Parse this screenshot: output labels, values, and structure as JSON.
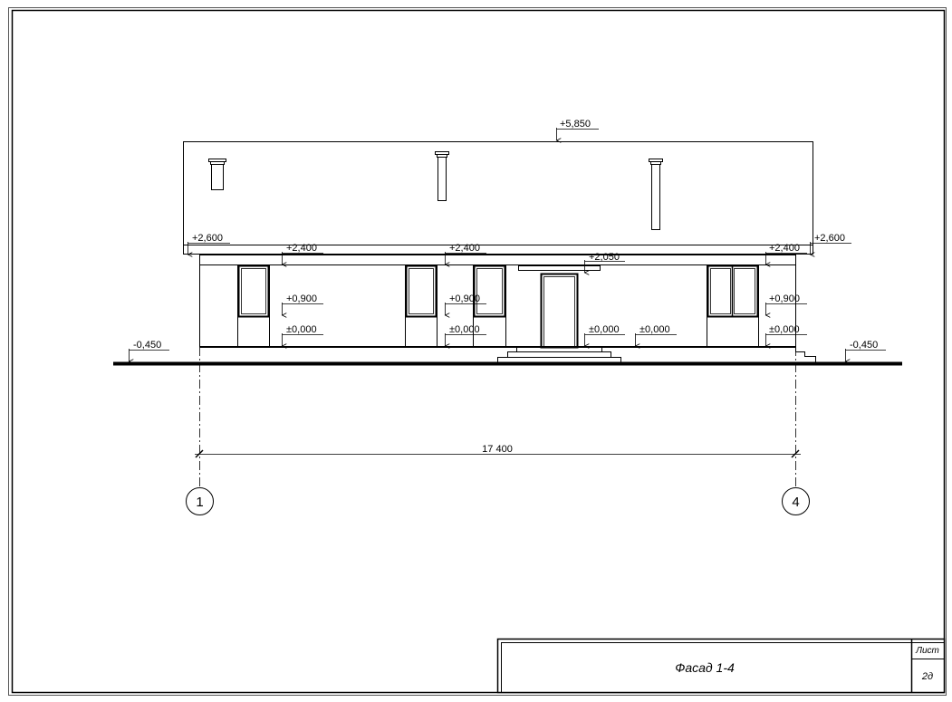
{
  "drawing": {
    "title": "Фасад 1-4",
    "sheet_label": "Лист",
    "sheet_number": "2д",
    "overall_dimension": "17 400",
    "axis_left": "1",
    "axis_right": "4"
  },
  "levels": {
    "ridge": "+5,850",
    "eave_left": "+2,600",
    "eave_right": "+2,600",
    "wall_top_1": "+2,400",
    "wall_top_2": "+2,400",
    "wall_top_3": "+2,400",
    "canopy": "+2,050",
    "sill_1": "+0,900",
    "sill_2": "+0,900",
    "sill_3": "+0,900",
    "floor_1": "±0,000",
    "floor_2": "±0,000",
    "floor_3": "±0,000",
    "floor_4": "±0,000",
    "floor_5": "±0,000",
    "ground_left": "-0,450",
    "ground_right": "-0,450"
  }
}
